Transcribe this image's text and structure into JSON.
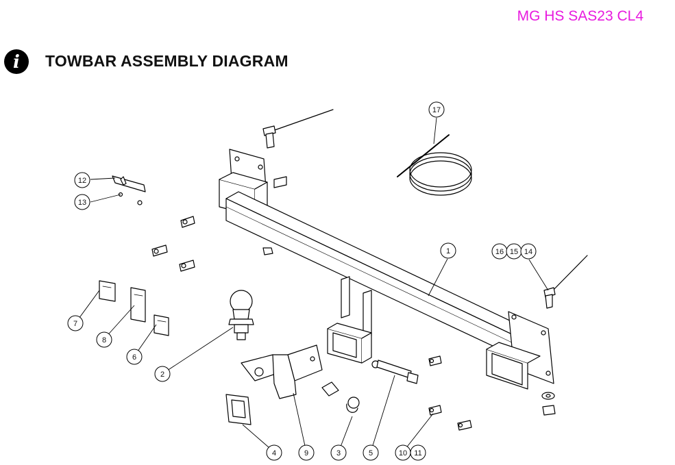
{
  "header": {
    "model_code": "MG HS SAS23 CL4",
    "title": "TOWBAR ASSEMBLY DIAGRAM",
    "info_icon": "info-icon",
    "model_code_color": "#e81adf"
  },
  "callouts": {
    "c1": "1",
    "c2": "2",
    "c3": "3",
    "c4": "4",
    "c5": "5",
    "c6": "6",
    "c7": "7",
    "c8": "8",
    "c9": "9",
    "c10": "10",
    "c11": "11",
    "c12": "12",
    "c13": "13",
    "c14": "14",
    "c15": "15",
    "c16": "16",
    "c17": "17"
  }
}
